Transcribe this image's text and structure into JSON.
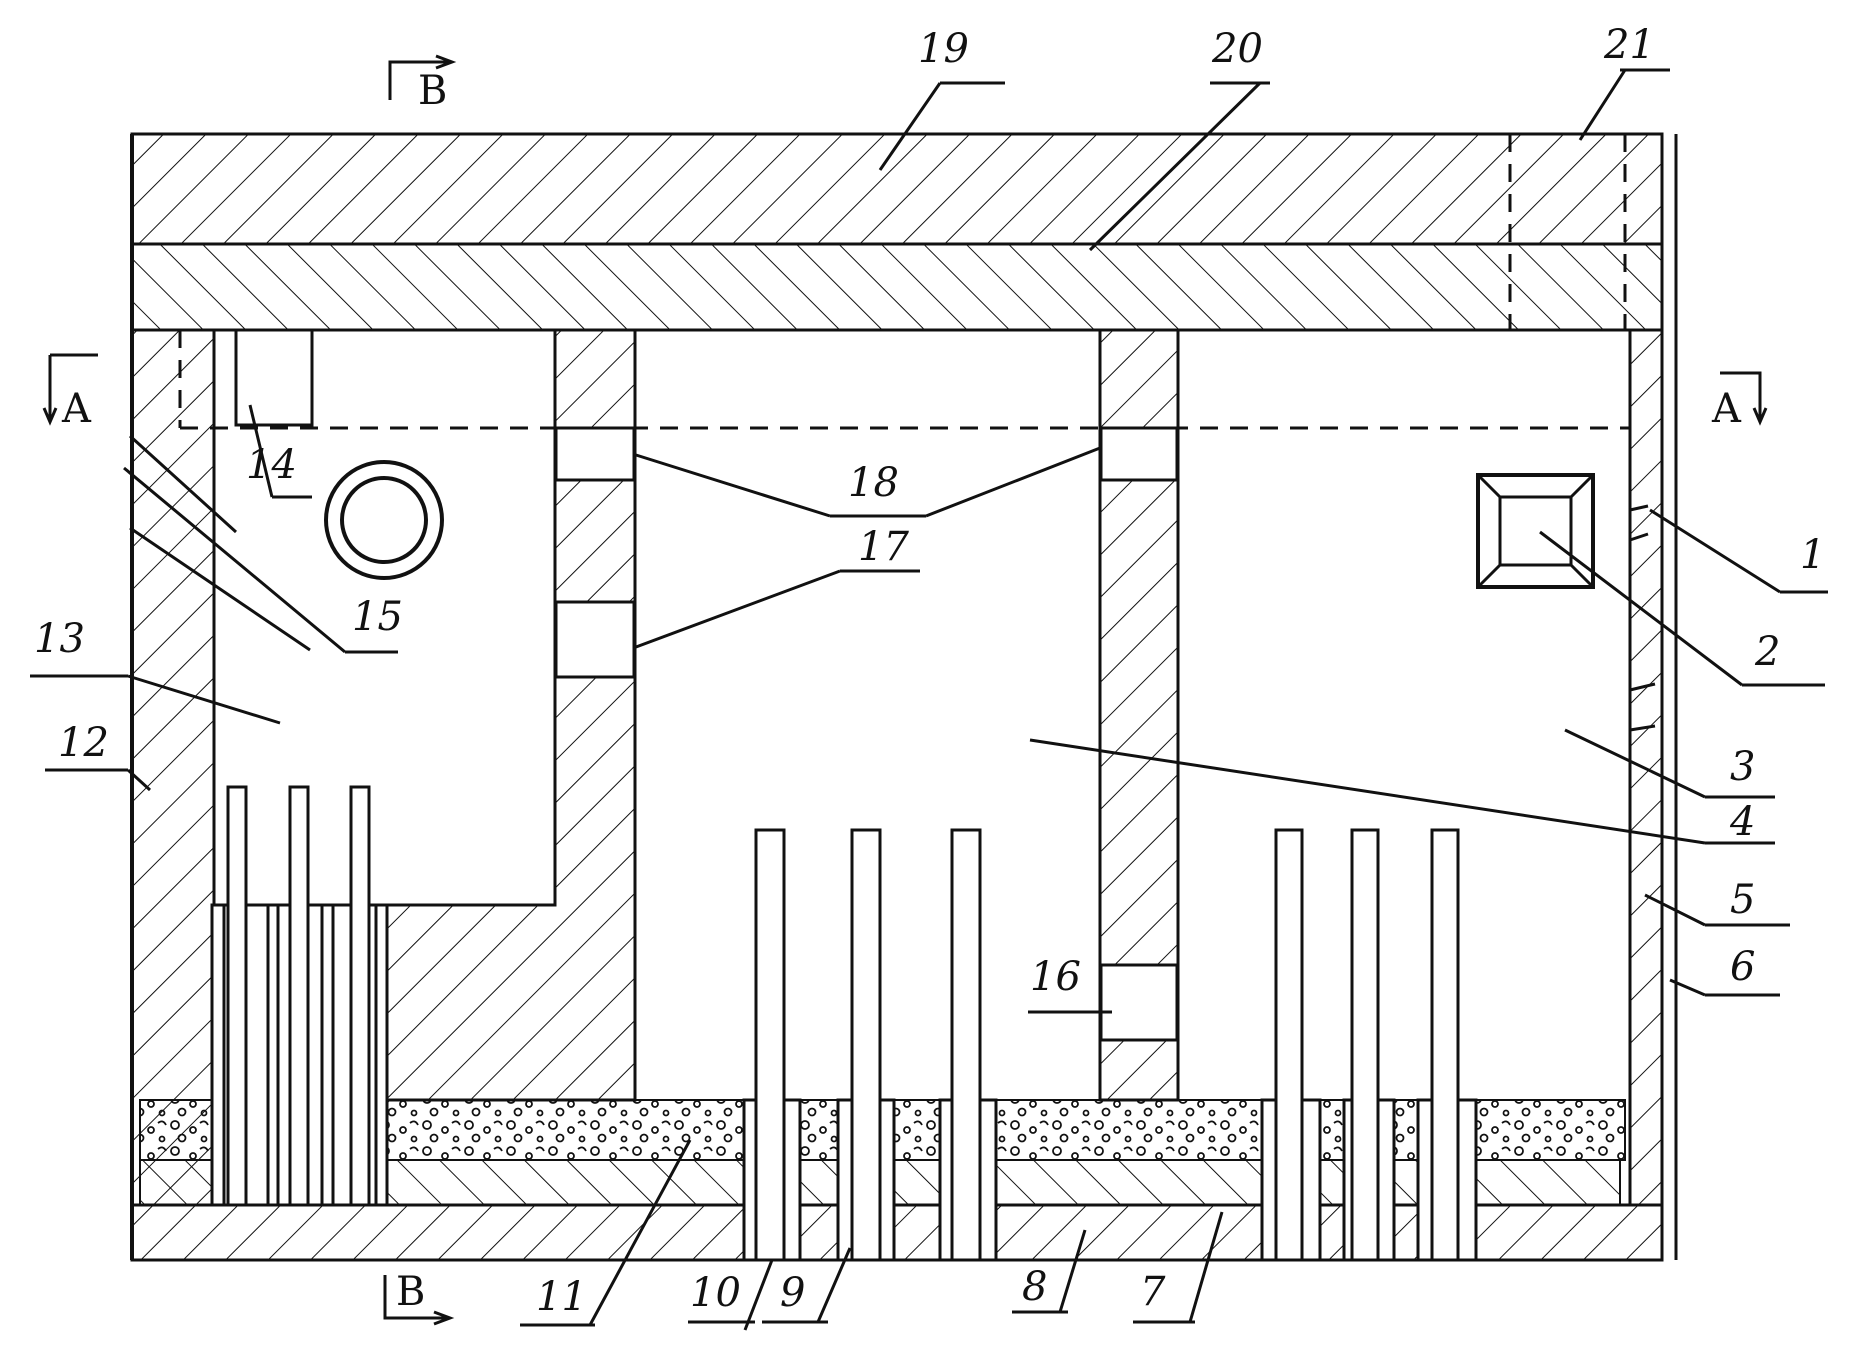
{
  "labels": {
    "n1": "1",
    "n2": "2",
    "n3": "3",
    "n4": "4",
    "n5": "5",
    "n6": "6",
    "n7": "7",
    "n8": "8",
    "n9": "9",
    "n10": "10",
    "n11": "11",
    "n12": "12",
    "n13": "13",
    "n14": "14",
    "n15": "15",
    "n16": "16",
    "n17": "17",
    "n18": "18",
    "n19": "19",
    "n20": "20",
    "n21": "21"
  },
  "section_marks": {
    "a_left": "A",
    "a_right": "A",
    "b_top": "B",
    "b_bottom": "B"
  },
  "colors": {
    "line": "#111111",
    "background": "#ffffff"
  }
}
